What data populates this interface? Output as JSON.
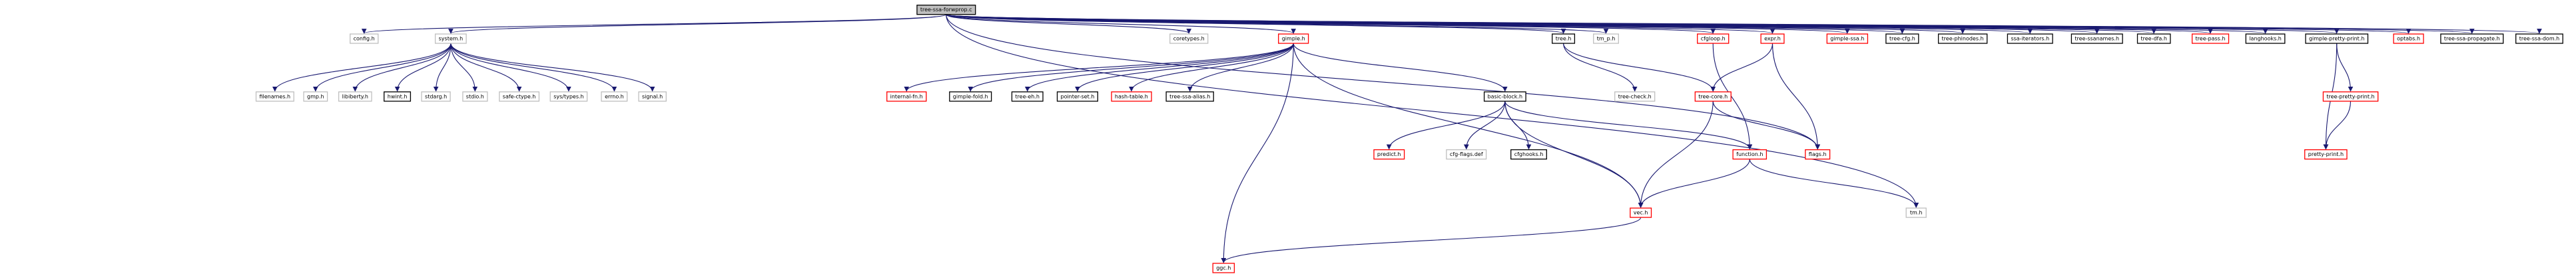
{
  "graph": {
    "root": "tree-ssa-forwprop.c",
    "colors": {
      "edge": "#191970",
      "root_fill": "#bfbfbf",
      "root_border": "#000000",
      "ext_border": "#bfbfbf",
      "doc_border": "#000000",
      "doc_incomplete_border": "#ff0000",
      "fill": "#ffffff"
    },
    "nodes": [
      {
        "id": "n0",
        "label": "tree-ssa-forwprop.c",
        "style": "root"
      },
      {
        "id": "n1",
        "label": "config.h",
        "style": "ext"
      },
      {
        "id": "n2",
        "label": "system.h",
        "style": "ext"
      },
      {
        "id": "n3",
        "label": "filenames.h",
        "style": "ext"
      },
      {
        "id": "n4",
        "label": "gmp.h",
        "style": "ext"
      },
      {
        "id": "n5",
        "label": "libiberty.h",
        "style": "ext"
      },
      {
        "id": "n6",
        "label": "hwint.h",
        "style": "doc"
      },
      {
        "id": "n7",
        "label": "stdarg.h",
        "style": "ext"
      },
      {
        "id": "n8",
        "label": "stdio.h",
        "style": "ext"
      },
      {
        "id": "n9",
        "label": "safe-ctype.h",
        "style": "ext"
      },
      {
        "id": "n10",
        "label": "sys/types.h",
        "style": "ext"
      },
      {
        "id": "n11",
        "label": "errno.h",
        "style": "ext"
      },
      {
        "id": "n12",
        "label": "signal.h",
        "style": "ext"
      },
      {
        "id": "n13",
        "label": "coretypes.h",
        "style": "ext"
      },
      {
        "id": "n14",
        "label": "gimple.h",
        "style": "incomplete"
      },
      {
        "id": "n15",
        "label": "internal-fn.h",
        "style": "incomplete"
      },
      {
        "id": "n16",
        "label": "gimple-fold.h",
        "style": "doc"
      },
      {
        "id": "n17",
        "label": "tree-eh.h",
        "style": "doc"
      },
      {
        "id": "n18",
        "label": "pointer-set.h",
        "style": "doc"
      },
      {
        "id": "n19",
        "label": "hash-table.h",
        "style": "incomplete"
      },
      {
        "id": "n20",
        "label": "tree-ssa-alias.h",
        "style": "doc"
      },
      {
        "id": "n21",
        "label": "basic-block.h",
        "style": "doc"
      },
      {
        "id": "n22",
        "label": "predict.h",
        "style": "incomplete"
      },
      {
        "id": "n23",
        "label": "cfg-flags.def",
        "style": "ext"
      },
      {
        "id": "n24",
        "label": "cfghooks.h",
        "style": "doc"
      },
      {
        "id": "n25",
        "label": "vec.h",
        "style": "incomplete"
      },
      {
        "id": "n26",
        "label": "ggc.h",
        "style": "incomplete"
      },
      {
        "id": "n27",
        "label": "tree.h",
        "style": "doc"
      },
      {
        "id": "n28",
        "label": "tree-check.h",
        "style": "ext"
      },
      {
        "id": "n29",
        "label": "tree-core.h",
        "style": "incomplete"
      },
      {
        "id": "n30",
        "label": "tm_p.h",
        "style": "ext"
      },
      {
        "id": "n31",
        "label": "cfgloop.h",
        "style": "incomplete"
      },
      {
        "id": "n32",
        "label": "function.h",
        "style": "incomplete"
      },
      {
        "id": "n33",
        "label": "expr.h",
        "style": "incomplete"
      },
      {
        "id": "n34",
        "label": "flags.h",
        "style": "incomplete"
      },
      {
        "id": "n35",
        "label": "gimple-ssa.h",
        "style": "incomplete"
      },
      {
        "id": "n36",
        "label": "tree-cfg.h",
        "style": "doc"
      },
      {
        "id": "n37",
        "label": "tree-phinodes.h",
        "style": "doc"
      },
      {
        "id": "n38",
        "label": "ssa-iterators.h",
        "style": "doc"
      },
      {
        "id": "n39",
        "label": "tree-ssanames.h",
        "style": "doc"
      },
      {
        "id": "n40",
        "label": "tree-dfa.h",
        "style": "doc"
      },
      {
        "id": "n41",
        "label": "tree-pass.h",
        "style": "incomplete"
      },
      {
        "id": "n42",
        "label": "langhooks.h",
        "style": "doc"
      },
      {
        "id": "n43",
        "label": "gimple-pretty-print.h",
        "style": "doc"
      },
      {
        "id": "n44",
        "label": "tree-pretty-print.h",
        "style": "incomplete"
      },
      {
        "id": "n45",
        "label": "pretty-print.h",
        "style": "incomplete"
      },
      {
        "id": "n46",
        "label": "optabs.h",
        "style": "incomplete"
      },
      {
        "id": "n47",
        "label": "tree-ssa-propagate.h",
        "style": "doc"
      },
      {
        "id": "n48",
        "label": "tree-ssa-dom.h",
        "style": "doc"
      },
      {
        "id": "n49",
        "label": "tm.h",
        "style": "ext"
      }
    ],
    "edges": [
      [
        "n0",
        "n1"
      ],
      [
        "n0",
        "n2"
      ],
      [
        "n0",
        "n13"
      ],
      [
        "n0",
        "n14"
      ],
      [
        "n0",
        "n27"
      ],
      [
        "n0",
        "n30"
      ],
      [
        "n0",
        "n31"
      ],
      [
        "n0",
        "n33"
      ],
      [
        "n0",
        "n34"
      ],
      [
        "n0",
        "n35"
      ],
      [
        "n0",
        "n36"
      ],
      [
        "n0",
        "n37"
      ],
      [
        "n0",
        "n38"
      ],
      [
        "n0",
        "n39"
      ],
      [
        "n0",
        "n40"
      ],
      [
        "n0",
        "n41"
      ],
      [
        "n0",
        "n42"
      ],
      [
        "n0",
        "n43"
      ],
      [
        "n0",
        "n46"
      ],
      [
        "n0",
        "n47"
      ],
      [
        "n0",
        "n48"
      ],
      [
        "n0",
        "n49"
      ],
      [
        "n2",
        "n3"
      ],
      [
        "n2",
        "n4"
      ],
      [
        "n2",
        "n5"
      ],
      [
        "n2",
        "n6"
      ],
      [
        "n2",
        "n7"
      ],
      [
        "n2",
        "n8"
      ],
      [
        "n2",
        "n9"
      ],
      [
        "n2",
        "n10"
      ],
      [
        "n2",
        "n11"
      ],
      [
        "n2",
        "n12"
      ],
      [
        "n14",
        "n15"
      ],
      [
        "n14",
        "n16"
      ],
      [
        "n14",
        "n17"
      ],
      [
        "n14",
        "n18"
      ],
      [
        "n14",
        "n19"
      ],
      [
        "n14",
        "n20"
      ],
      [
        "n14",
        "n21"
      ],
      [
        "n14",
        "n25"
      ],
      [
        "n14",
        "n26"
      ],
      [
        "n21",
        "n22"
      ],
      [
        "n21",
        "n23"
      ],
      [
        "n21",
        "n24"
      ],
      [
        "n21",
        "n25"
      ],
      [
        "n21",
        "n32"
      ],
      [
        "n27",
        "n28"
      ],
      [
        "n27",
        "n29"
      ],
      [
        "n29",
        "n25"
      ],
      [
        "n29",
        "n34"
      ],
      [
        "n31",
        "n32"
      ],
      [
        "n33",
        "n29"
      ],
      [
        "n33",
        "n34"
      ],
      [
        "n32",
        "n25"
      ],
      [
        "n32",
        "n49"
      ],
      [
        "n25",
        "n26"
      ],
      [
        "n43",
        "n44"
      ],
      [
        "n43",
        "n45"
      ],
      [
        "n44",
        "n45"
      ]
    ]
  }
}
